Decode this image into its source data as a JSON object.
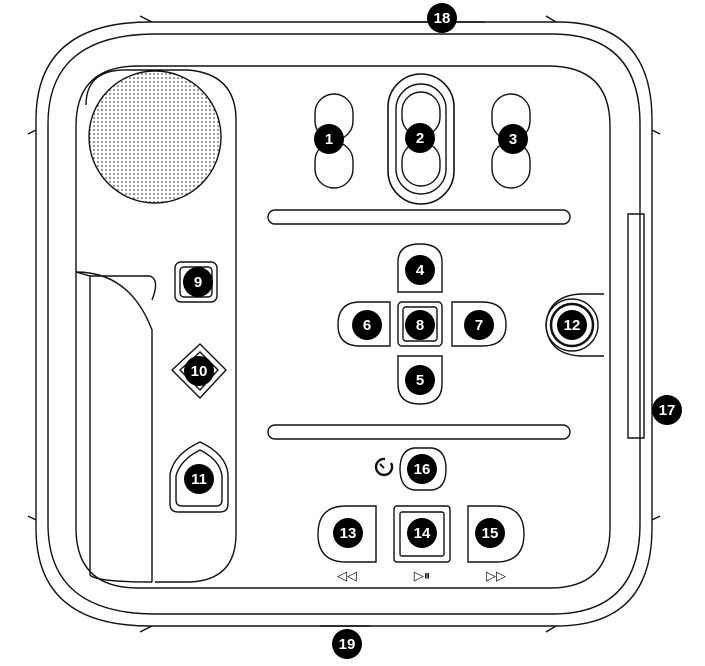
{
  "colors": {
    "outline": "#111111",
    "badge": "#000000",
    "badge_text": "#ffffff",
    "background": "#ffffff"
  },
  "callouts": {
    "c1": "1",
    "c2": "2",
    "c3": "3",
    "c4": "4",
    "c5": "5",
    "c6": "6",
    "c7": "7",
    "c8": "8",
    "c9": "9",
    "c10": "10",
    "c11": "11",
    "c12": "12",
    "c13": "13",
    "c14": "14",
    "c15": "15",
    "c16": "16",
    "c17": "17",
    "c18": "18",
    "c19": "19"
  },
  "symbols": {
    "rewind": "◁◁",
    "play_pause": "▷⏸",
    "fast_forward": "▷▷",
    "sleep_timer": "timer-icon"
  }
}
